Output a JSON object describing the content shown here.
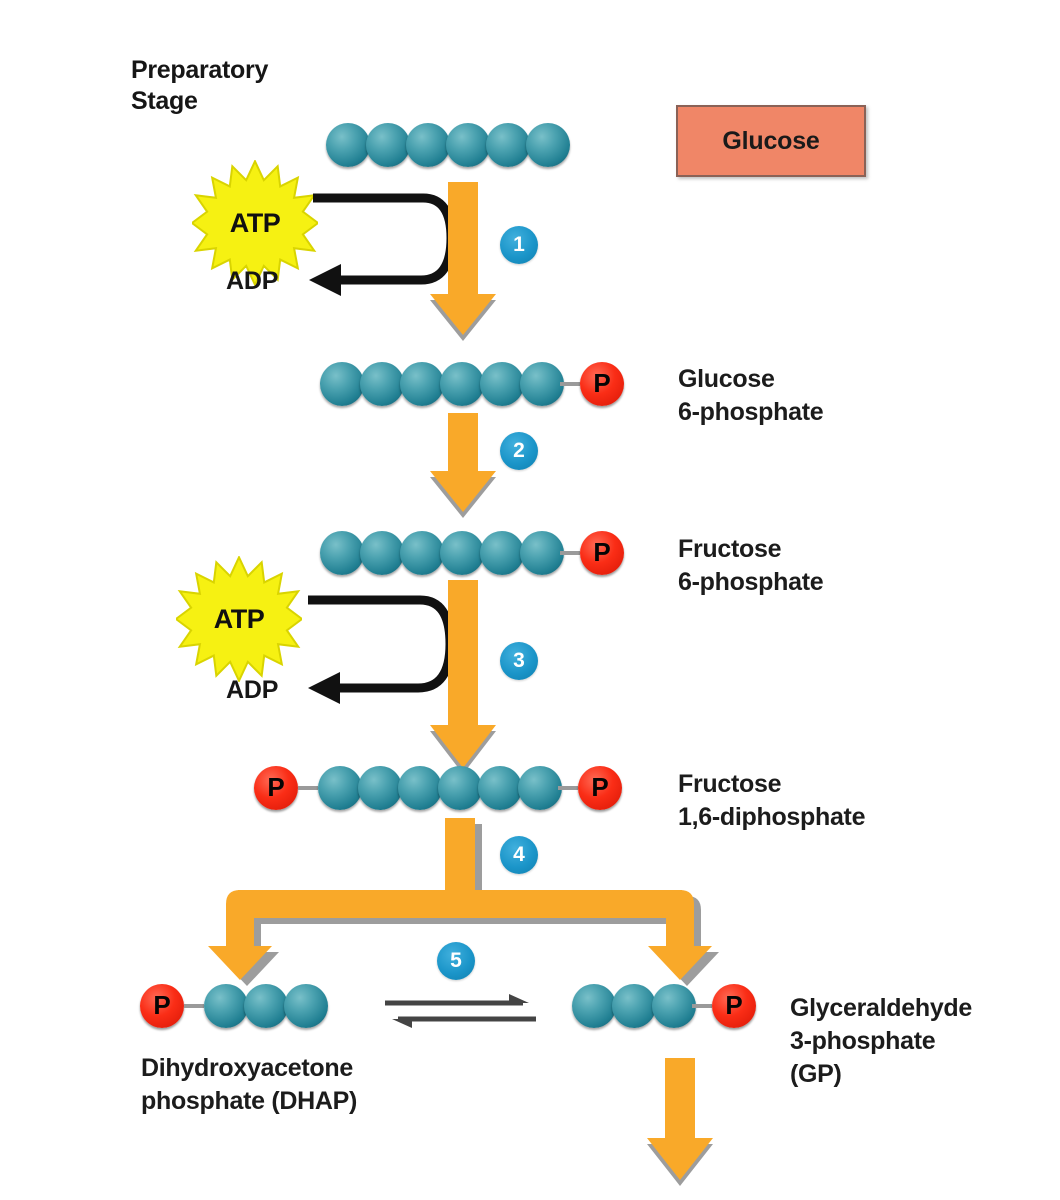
{
  "diagram": {
    "title": "Preparatory Stage",
    "stage_header": "Preparatory\nStage"
  },
  "legend": {
    "glucose_label": "Glucose",
    "box_fill": "#F08667",
    "box_border": "#8a6257"
  },
  "colors": {
    "carbon_sphere": "#1f7f92",
    "phosphate": "#fa2d16",
    "arrow_orange": "#F9A929",
    "arrow_shadow": "#8c8c8c",
    "step_badge_blue": "#1b95c9",
    "atp_yellow": "#F6F112",
    "text_black": "#161616"
  },
  "energy": {
    "atp_1": "ATP",
    "adp_1": "ADP",
    "atp_2": "ATP",
    "adp_2": "ADP"
  },
  "steps": [
    {
      "number": "1"
    },
    {
      "number": "2"
    },
    {
      "number": "3"
    },
    {
      "number": "4"
    },
    {
      "number": "5"
    }
  ],
  "molecules": [
    {
      "id": "glucose",
      "label": "",
      "carbons": 6,
      "phosphate_left": false,
      "phosphate_right": false,
      "phosphate_glyph": "P"
    },
    {
      "id": "glucose-6-phosphate",
      "label": "Glucose\n6-phosphate",
      "carbons": 6,
      "phosphate_left": false,
      "phosphate_right": true,
      "phosphate_glyph": "P"
    },
    {
      "id": "fructose-6-phosphate",
      "label": "Fructose\n6-phosphate",
      "carbons": 6,
      "phosphate_left": false,
      "phosphate_right": true,
      "phosphate_glyph": "P"
    },
    {
      "id": "fructose-1-6-diphosphate",
      "label": "Fructose\n1,6-diphosphate",
      "carbons": 6,
      "phosphate_left": true,
      "phosphate_right": true,
      "phosphate_glyph": "P"
    },
    {
      "id": "dhap",
      "label": "Dihydroxyacetone\nphosphate (DHAP)",
      "carbons": 3,
      "phosphate_left": true,
      "phosphate_right": false,
      "phosphate_glyph": "P"
    },
    {
      "id": "glyceraldehyde-3-phosphate",
      "label": "Glyceraldehyde\n3-phosphate\n(GP)",
      "carbons": 3,
      "phosphate_left": false,
      "phosphate_right": true,
      "phosphate_glyph": "P"
    }
  ]
}
